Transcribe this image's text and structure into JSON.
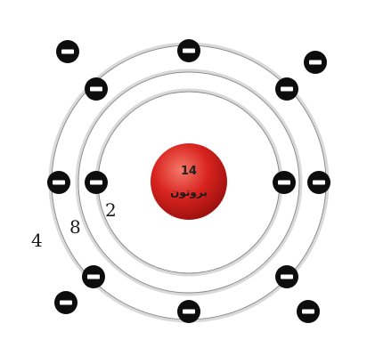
{
  "nucleus": {
    "number": "14",
    "label": "بروتون",
    "color": "#d8231f",
    "highlight": "#f47a6a"
  },
  "shells": [
    {
      "label": "2",
      "electron_count": 2
    },
    {
      "label": "8",
      "electron_count": 8
    },
    {
      "label": "4",
      "electron_count": 4
    }
  ],
  "colors": {
    "electron": "#0d0d0d",
    "shell": "#d9d9d9"
  }
}
